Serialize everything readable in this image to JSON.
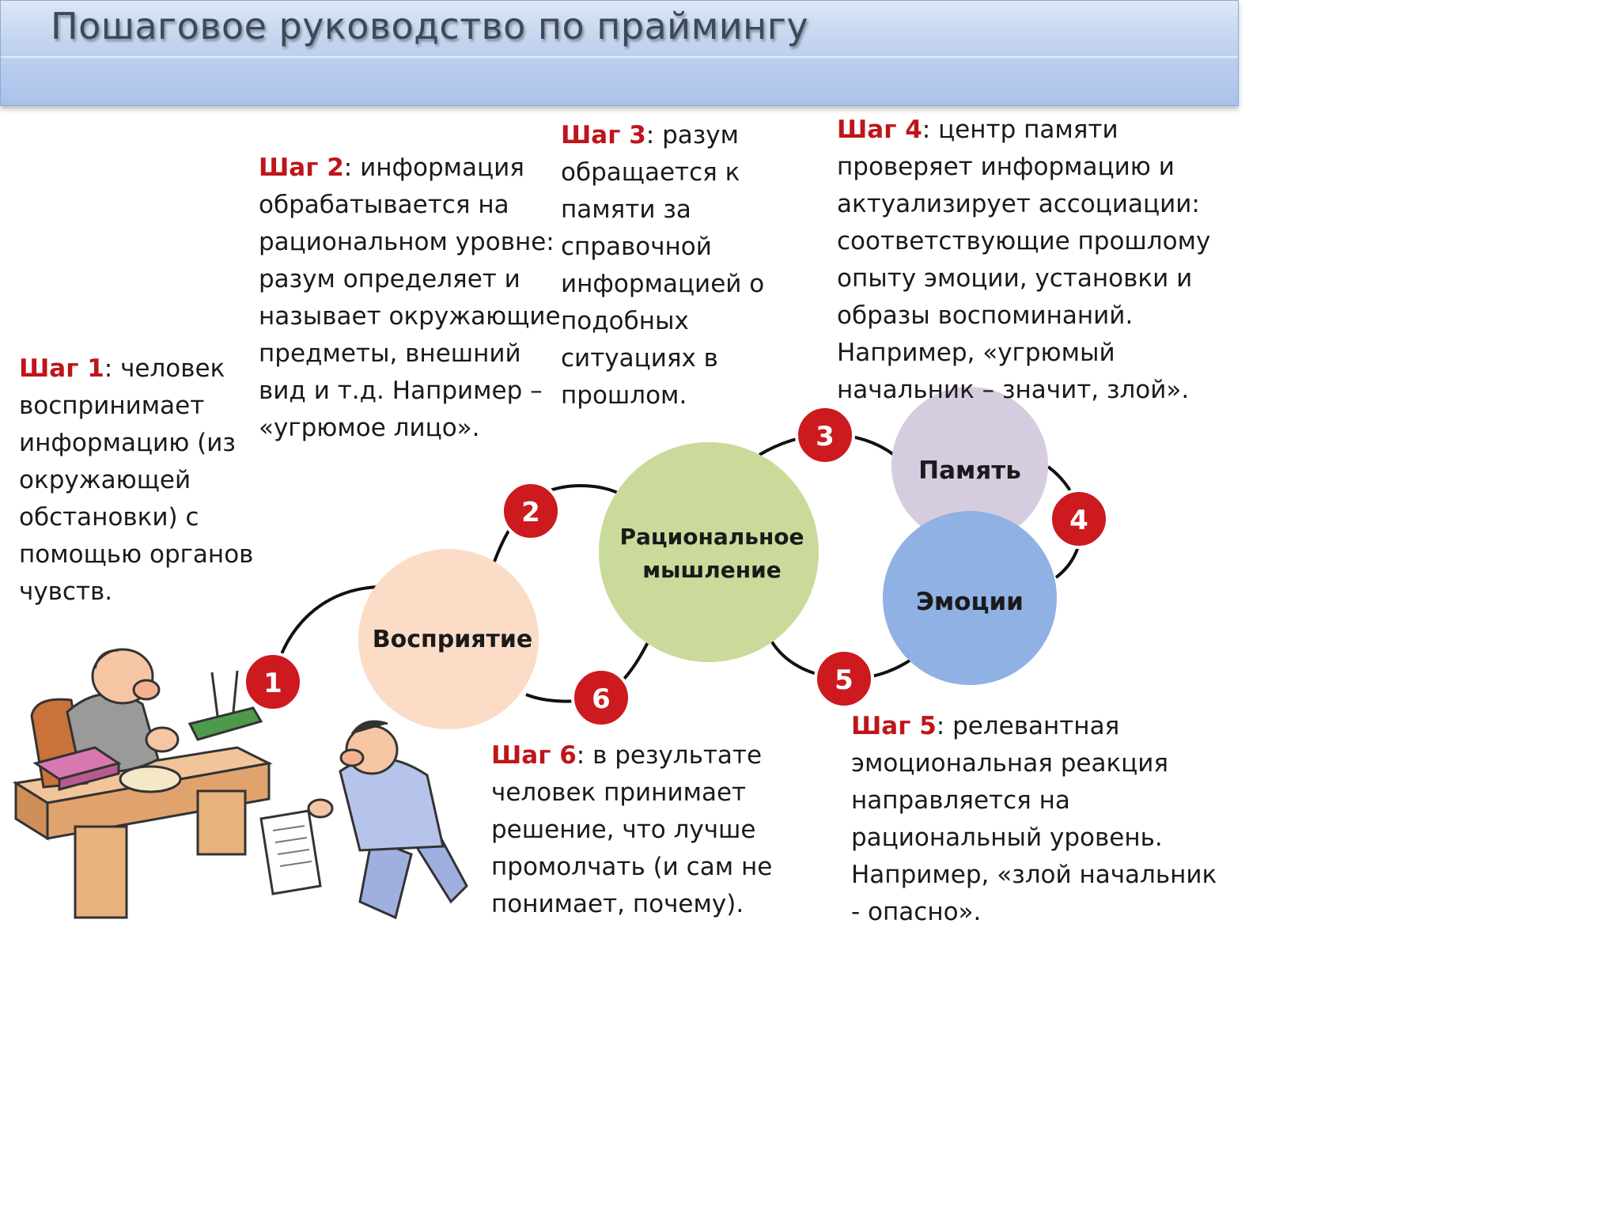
{
  "title": "Пошаговое руководство по праймингу",
  "nodes": {
    "perception": "Восприятие",
    "rational_line1": "Рациональное",
    "rational_line2": "мышление",
    "memory": "Память",
    "emotions": "Эмоции"
  },
  "badges": [
    "1",
    "2",
    "3",
    "4",
    "5",
    "6"
  ],
  "steps": [
    {
      "label": "Шаг 1",
      "text": ": человек воспринимает информацию (из окружающей обстановки) с помощью органов чувств."
    },
    {
      "label": "Шаг 2",
      "text": ": информация обрабатывается  на рациональном уровне: разум определяет и называет окружающие предметы, внешний вид и т.д. Например – «угрюмое лицо»."
    },
    {
      "label": "Шаг 3",
      "text": ": разум обращается к памяти за справочной информацией о подобных ситуациях в прошлом."
    },
    {
      "label": "Шаг 4",
      "text": ": центр памяти проверяет информацию и актуализирует ассоциации: соответствующие прошлому опыту эмоции, установки и образы воспоминаний. Например, «угрюмый начальник – значит, злой»."
    },
    {
      "label": "Шаг 5",
      "text": ": релевантная эмоциональная реакция направляется на рациональный уровень. Например, «злой начальник - опасно»."
    },
    {
      "label": "Шаг 6",
      "text": ": в результате человек принимает решение, что лучше промолчать (и сам не понимает, почему)."
    }
  ],
  "colors": {
    "badge": "#cc1a1f",
    "step_label": "#c0141b",
    "perception": "#fbdcc6",
    "rational": "#c9da9b",
    "memory": "#d6cce0",
    "emotions": "#8fb1e3",
    "banner": "#b3c8ec"
  }
}
